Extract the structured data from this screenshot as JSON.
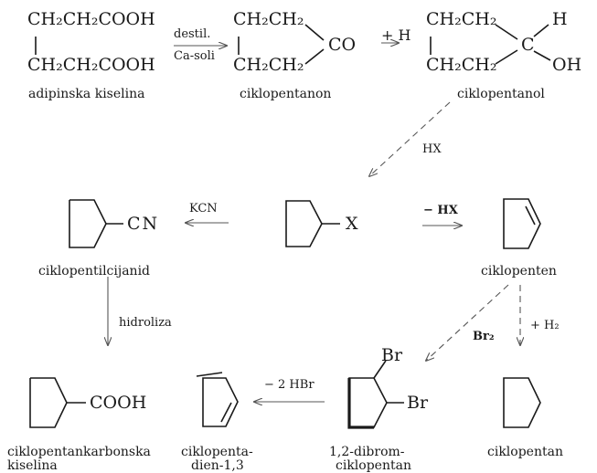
{
  "adipic": {
    "line1": "CH₂CH₂COOH",
    "line2": "CH₂CH₂COOH",
    "label": "adipinska kiselina"
  },
  "step1": {
    "top": "destil.",
    "bottom": "Ca-soli"
  },
  "cyclopentanone": {
    "line1": "CH₂CH₂",
    "line2": "CH₂CH₂",
    "group": "CO",
    "label": "ciklopentanon"
  },
  "step2": {
    "reagent": "+ H"
  },
  "cyclopentanol": {
    "line1": "CH₂CH₂",
    "line2": "CH₂CH₂",
    "c": "C",
    "h": "H",
    "oh": "OH",
    "label": "ciklopentanol"
  },
  "step3": {
    "reagent": "HX"
  },
  "halide": {
    "x": "X"
  },
  "step_kcn": {
    "reagent": "KCN"
  },
  "nitrile": {
    "group": "CN",
    "label": "ciklopentilcijanid"
  },
  "step_elim": {
    "reagent": "− HX"
  },
  "cyclopentene": {
    "label": "ciklopenten"
  },
  "step_hydro": {
    "reagent": "hidroliza"
  },
  "step_br": {
    "reagent": "Br₂"
  },
  "step_h2": {
    "reagent": "+ H₂"
  },
  "acid": {
    "group": "COOH",
    "label1": "ciklopentankarbonska",
    "label2": "kiselina"
  },
  "diene": {
    "label1": "ciklopenta-",
    "label2": "dien-1,3"
  },
  "step_hbr": {
    "reagent": "− 2 HBr"
  },
  "dibromo": {
    "br1": "Br",
    "br2": "Br",
    "label1": "1,2-dibrom-",
    "label2": "ciklopentan"
  },
  "cyclopentane": {
    "label": "ciklopentan"
  }
}
